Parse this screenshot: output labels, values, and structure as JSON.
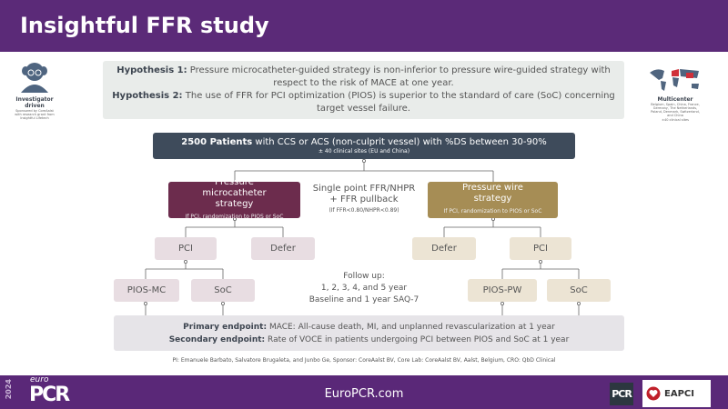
{
  "header": {
    "title": "Insightful FFR study"
  },
  "investigator": {
    "title": "Investigator driven",
    "subtitle": "Sponsored by CoreAalst with research grant from Insightful Lifetech"
  },
  "multicenter": {
    "title": "Multicenter",
    "countries": "Belgium, Spain, China, France, Germany, The Netherlands, Poland, Denmark, Switzerland, and China",
    "sites": "±40 clinical sites"
  },
  "hypotheses": [
    {
      "label": "Hypothesis 1:",
      "text": " Pressure microcatheter-guided strategy is non-inferior to pressure wire-guided strategy with respect to the risk of MACE at one year."
    },
    {
      "label": "Hypothesis 2:",
      "text": " The use of FFR for PCI optimization (PIOS) is superior to the standard of care (SoC) concerning target vessel failure."
    }
  ],
  "patients": {
    "bold": "2500 Patients",
    "text": " with CCS or ACS (non-culprit vessel) with %DS between 30-90%",
    "sub": "± 40 clinical sites (EU and China)"
  },
  "left_strategy": {
    "title": "Pressure microcatheter strategy",
    "sub": "If PCI, randomization to PIOS or SoC"
  },
  "right_strategy": {
    "title": "Pressure wire strategy",
    "sub": "If PCI, randomization to PIOS or SoC"
  },
  "center": {
    "line1": "Single point FFR/NHPR",
    "line2": "+ FFR pullback",
    "sub": "(If FFR<0.80/NHPR<0.89)"
  },
  "left_branch": {
    "pci": "PCI",
    "defer": "Defer",
    "pios": "PIOS-MC",
    "soc": "SoC"
  },
  "right_branch": {
    "pci": "PCI",
    "defer": "Defer",
    "pios": "PIOS-PW",
    "soc": "SoC"
  },
  "follow_up": {
    "line1": "Follow up:",
    "line2": "1, 2, 3, 4, and 5 year",
    "line3": "Baseline and 1 year SAQ-7"
  },
  "endpoints": {
    "primary_label": "Primary endpoint:",
    "primary": " MACE: All-cause death, MI, and unplanned revascularization at 1 year",
    "secondary_label": "Secondary endpoint:",
    "secondary": " Rate of VOCE in patients undergoing PCI between PIOS and SoC at 1 year"
  },
  "pi_line": "PI: Emanuele Barbato, Salvatore Brugaleta, and Junbo Ge, Sponsor: CoreAalst BV, Core Lab: CoreAalst BV, Aalst, Belgium, CRO: QbD Clinical",
  "footer": {
    "url": "EuroPCR.com",
    "logo_year": "2024",
    "logo_euro": "euro",
    "logo_pcr": "PCR",
    "pcr_mark": "PCR",
    "eapci": "EAPCI"
  },
  "colors": {
    "header": "#5b2a78",
    "microcatheter": "#6c2c4d",
    "wire": "#a68d55",
    "patients": "#3e4b5b"
  }
}
